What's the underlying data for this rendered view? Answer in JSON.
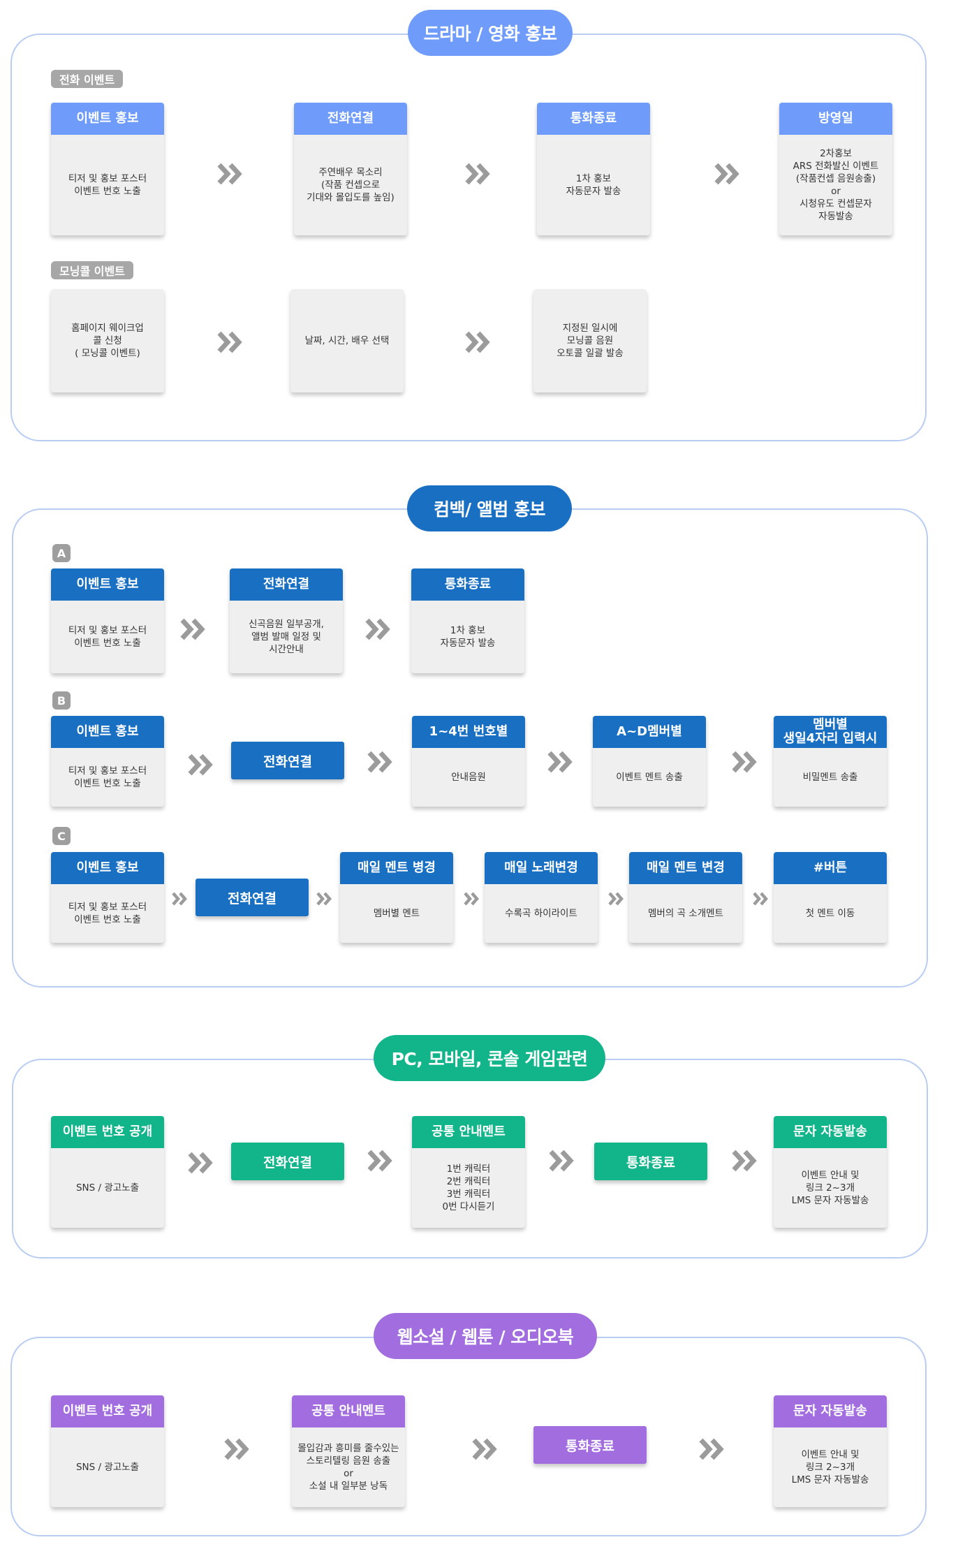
{
  "colors": {
    "blue_light": "#6f9cfb",
    "blue_dark": "#1970c2",
    "green": "#12b48a",
    "purple": "#a26ddf",
    "arrow": "#9b9b9b"
  },
  "icon": "double-chevron-right-icon",
  "s1": {
    "title": "드라마 / 영화 홍보",
    "tag1": "전화 이벤트",
    "tag2": "모닝콜 이벤트",
    "row1": [
      {
        "head": "이벤트 홍보",
        "body": "티저 및 홍보 포스터\n이벤트 번호 노출"
      },
      {
        "head": "전화연결",
        "body": "주연배우 목소리\n(작품 컨셉으로\n기대와 몰입도를 높임)"
      },
      {
        "head": "통화종료",
        "body": "1차 홍보\n자동문자 발송"
      },
      {
        "head": "방영일",
        "body": "2차홍보\nARS 전화발신 이벤트\n(작품컨셉 음원송출)\nor\n시청유도 컨셉문자\n자동발송"
      }
    ],
    "row2": [
      {
        "body": "홈페이지 웨이크업\n콜 신청\n( 모닝콜 이벤트)"
      },
      {
        "body": "날짜, 시간, 배우 선택"
      },
      {
        "body": "지정된 일시에\n모닝콜 음원\n오토콜 일괄 발송"
      }
    ]
  },
  "s2": {
    "title": "컴백/ 앨범 홍보",
    "labelA": "A",
    "labelB": "B",
    "labelC": "C",
    "rowA": [
      {
        "head": "이벤트 홍보",
        "body": "티저 및 홍보 포스터\n이벤트 번호 노출"
      },
      {
        "head": "전화연결",
        "body": "신곡음원 일부공개,\n앨범 발매 일정 및\n시간안내"
      },
      {
        "head": "통화종료",
        "body": "1차 홍보\n자동문자 발송"
      }
    ],
    "rowB": {
      "first": {
        "head": "이벤트 홍보",
        "body": "티저 및 홍보 포스터\n이벤트 번호 노출"
      },
      "button": "전화연결",
      "c3": {
        "head": "1~4번 번호별",
        "body": "안내음원"
      },
      "c4": {
        "head": "A~D멤버별",
        "body": "이벤트 멘트 송출"
      },
      "c5": {
        "head": "멤버별\n생일4자리 입력시",
        "body": "비밀멘트 송출"
      }
    },
    "rowC": {
      "first": {
        "head": "이벤트 홍보",
        "body": "티저 및 홍보 포스터\n이벤트 번호 노출"
      },
      "button": "전화연결",
      "c3": {
        "head": "매일 멘트 병경",
        "body": "멤버별 멘트"
      },
      "c4": {
        "head": "매일 노래변경",
        "body": "수록곡 하이라이트"
      },
      "c5": {
        "head": "매일 멘트 변경",
        "body": "멤버의 곡 소개멘트"
      },
      "c6": {
        "head": "#버튼",
        "body": "첫 멘트 이동"
      }
    }
  },
  "s3": {
    "title": "PC, 모바일, 콘솔 게임관련",
    "c1": {
      "head": "이벤트 번호 공개",
      "body": "SNS / 광고노출"
    },
    "b1": "전화연결",
    "c2": {
      "head": "공통 안내멘트",
      "body": "1번 캐릭터\n2번 캐릭터\n3번 캐릭터\n0번 다시듣기"
    },
    "b2": "통화종료",
    "c3": {
      "head": "문자 자동발송",
      "body": "이벤트 안내 및\n링크 2~3개\nLMS 문자 자동발송"
    }
  },
  "s4": {
    "title": "웹소설 / 웹툰 / 오디오북",
    "c1": {
      "head": "이벤트 번호 공개",
      "body": "SNS / 광고노출"
    },
    "c2": {
      "head": "공통 안내멘트",
      "body": "몰입감과 흥미를 줄수있는\n스토리텔링 음원 송출\nor\n소설 내 일부분 낭독"
    },
    "b1": "통화종료",
    "c3": {
      "head": "문자 자동발송",
      "body": "이벤트 안내 및\n링크 2~3개\nLMS 문자 자동발송"
    }
  }
}
